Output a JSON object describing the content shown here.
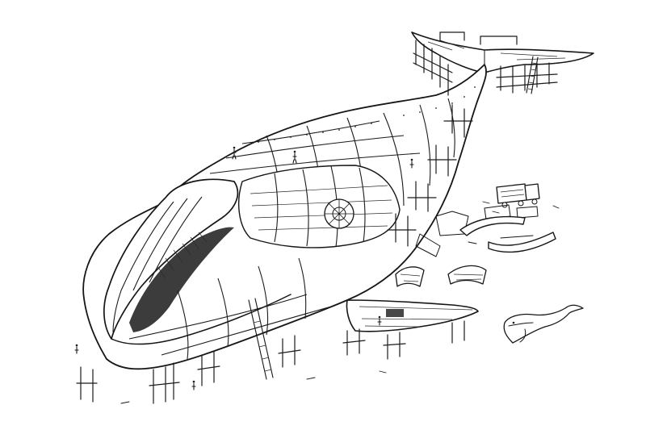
{
  "canvas": {
    "background": "#ffffff",
    "ink": "#161616"
  },
  "illustration": {
    "subject_icon": "whale-ship-under-construction",
    "elements": [
      "whale-hull",
      "open-mouth",
      "ribs",
      "tail-fluke",
      "pectoral-fin",
      "scaffolding",
      "ladders",
      "truck",
      "curved-hull-plates",
      "small-whale-sketch",
      "workers"
    ]
  }
}
